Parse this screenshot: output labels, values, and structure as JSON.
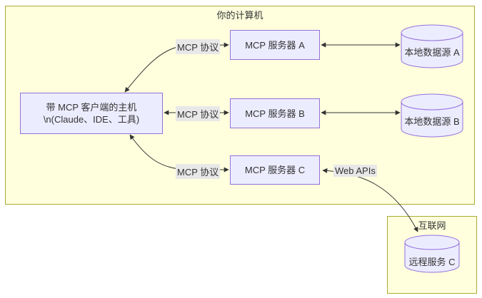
{
  "clusters": {
    "computer": {
      "title": "你的计算机"
    },
    "internet": {
      "title": "互联网"
    }
  },
  "nodes": {
    "host": {
      "line1": "带 MCP 客户端的主机",
      "line2": "\\n(Claude、IDE、工具)"
    },
    "server_a": {
      "label": "MCP 服务器 A"
    },
    "server_b": {
      "label": "MCP 服务器 B"
    },
    "server_c": {
      "label": "MCP 服务器 C"
    },
    "datasource_a": {
      "label": "本地数据源 A"
    },
    "datasource_b": {
      "label": "本地数据源 B"
    },
    "remote_service_c": {
      "label": "远程服务 C"
    }
  },
  "edges": {
    "host_server_a": {
      "label": "MCP 协议"
    },
    "host_server_b": {
      "label": "MCP 协议"
    },
    "host_server_c": {
      "label": "MCP 协议"
    },
    "server_c_remote": {
      "label": "Web APIs"
    }
  },
  "colors": {
    "node_fill": "#ECECFF",
    "node_border": "#9370DB",
    "cluster_fill": "#ffffde",
    "cluster_border": "#aaaa33",
    "edge_label_bg": "#e8e8e8",
    "line": "#333333",
    "text": "#333333",
    "canvas_bg": "#ffffff"
  }
}
